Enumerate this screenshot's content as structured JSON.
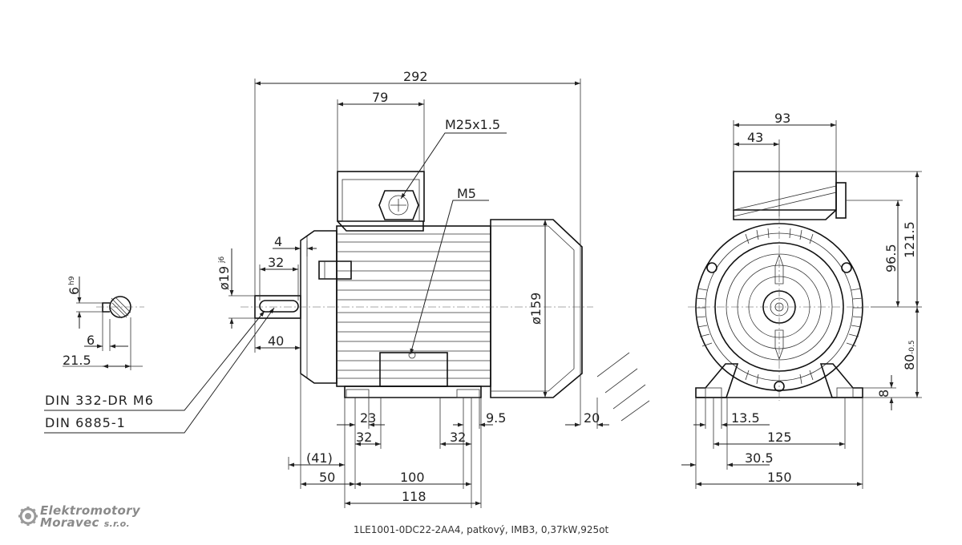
{
  "caption": "1LE1001-0DC22-2AA4, patkový, IMB3, 0,37kW,925ot",
  "logo": {
    "line1": "Elektromotory",
    "line2": "Moravec",
    "suffix": "s.r.o."
  },
  "dims": {
    "overall_length": "292",
    "terminal_box_width": "79",
    "cable_thread": "M25x1.5",
    "earth_thread": "M5",
    "housing_dia": "ø159",
    "flange_offset": "4",
    "key_length": "32",
    "shaft_dia": "ø19",
    "shaft_tol": "j6",
    "shaft_length": "40",
    "key_width": "6",
    "key_tol": "h9",
    "key_offset": "6",
    "key_height": "21.5",
    "centre_hole": "DIN 332-DR M6",
    "key_std": "DIN 6885-1",
    "foot_slot": "23",
    "foot_w1": "32",
    "foot_w2": "32",
    "foot_gap": "9.5",
    "rear_offset": "20",
    "shaft_to_foot": "(41)",
    "c_dim": "50",
    "b_dim": "100",
    "foot_length": "118",
    "end_box_width": "93",
    "end_box_offset": "43",
    "height_box": "96.5",
    "height_total": "121.5",
    "shaft_height": "80",
    "shaft_height_tol": "-0.5",
    "foot_height": "8",
    "hole_dia": "13.5",
    "a_dim": "125",
    "foot_edge": "30.5",
    "foot_width": "150"
  }
}
